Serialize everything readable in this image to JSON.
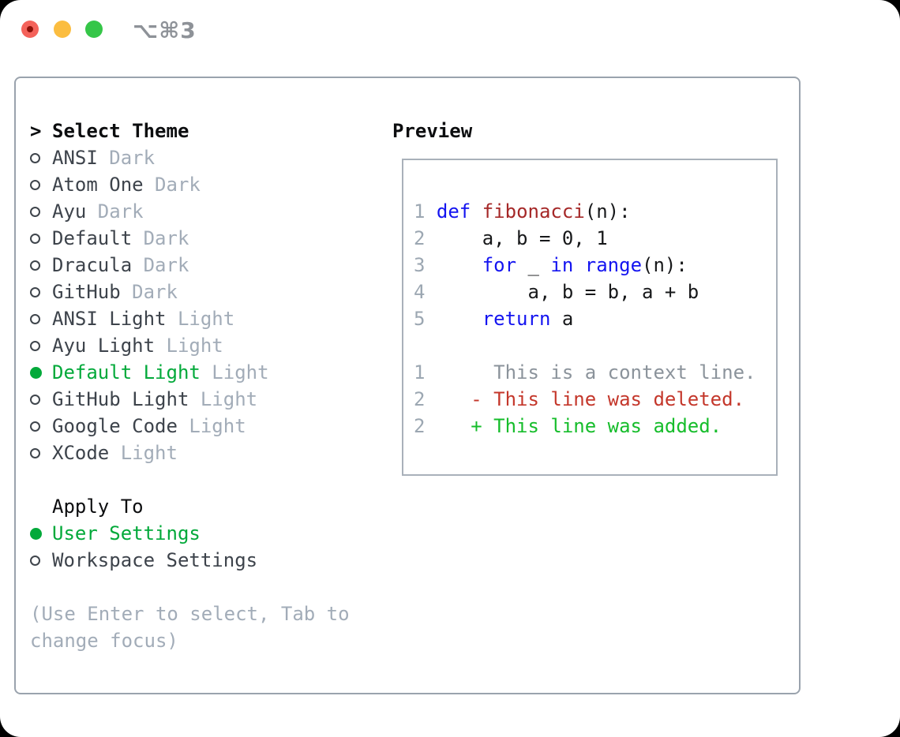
{
  "titlebar": {
    "shortcut": "⌥⌘3"
  },
  "colors": {
    "keyword_blue": "#1414f0",
    "function_red": "#a52828",
    "deleted_red": "#c4372b",
    "added_green": "#16bd2b",
    "selection_green": "#02a93a",
    "muted_gray": "#a2acb8",
    "panel_border": "#9aa3ad",
    "traffic_red": "#f4625a",
    "traffic_yellow": "#fbbd40",
    "traffic_green": "#35c648"
  },
  "theme_panel": {
    "header_prefix": ">",
    "header": "Select Theme",
    "themes": [
      {
        "name": "ANSI",
        "variant": "Dark",
        "selected": false
      },
      {
        "name": "Atom One",
        "variant": "Dark",
        "selected": false
      },
      {
        "name": "Ayu",
        "variant": "Dark",
        "selected": false
      },
      {
        "name": "Default",
        "variant": "Dark",
        "selected": false
      },
      {
        "name": "Dracula",
        "variant": "Dark",
        "selected": false
      },
      {
        "name": "GitHub",
        "variant": "Dark",
        "selected": false
      },
      {
        "name": "ANSI Light",
        "variant": "Light",
        "selected": false
      },
      {
        "name": "Ayu Light",
        "variant": "Light",
        "selected": false
      },
      {
        "name": "Default Light",
        "variant": "Light",
        "selected": true
      },
      {
        "name": "GitHub Light",
        "variant": "Light",
        "selected": false
      },
      {
        "name": "Google Code",
        "variant": "Light",
        "selected": false
      },
      {
        "name": "XCode",
        "variant": "Light",
        "selected": false
      }
    ],
    "apply_to": {
      "header": "Apply To",
      "options": [
        {
          "label": "User Settings",
          "selected": true
        },
        {
          "label": "Workspace Settings",
          "selected": false
        }
      ]
    },
    "hint_line1": "(Use Enter to select, Tab to",
    "hint_line2": "change focus)"
  },
  "preview": {
    "header": "Preview",
    "lines": [
      {
        "tokens": [
          [
            "num",
            "1"
          ],
          [
            "pl",
            " "
          ],
          [
            "kw",
            "def"
          ],
          [
            "pl",
            " "
          ],
          [
            "fn",
            "fibonacci"
          ],
          [
            "pl",
            "(n):"
          ]
        ]
      },
      {
        "tokens": [
          [
            "num",
            "2"
          ],
          [
            "pl",
            "     a, b = 0, 1"
          ]
        ]
      },
      {
        "tokens": [
          [
            "num",
            "3"
          ],
          [
            "pl",
            "     "
          ],
          [
            "kw",
            "for"
          ],
          [
            "pl",
            " _ "
          ],
          [
            "kw",
            "in"
          ],
          [
            "pl",
            " "
          ],
          [
            "kw",
            "range"
          ],
          [
            "pl",
            "(n):"
          ]
        ]
      },
      {
        "tokens": [
          [
            "num",
            "4"
          ],
          [
            "pl",
            "         a, b = b, a + b"
          ]
        ]
      },
      {
        "tokens": [
          [
            "num",
            "5"
          ],
          [
            "pl",
            "     "
          ],
          [
            "kw",
            "return"
          ],
          [
            "pl",
            " a"
          ]
        ]
      },
      {
        "tokens": []
      },
      {
        "tokens": [
          [
            "num",
            "1"
          ],
          [
            "ctx",
            "      This is a context line."
          ]
        ]
      },
      {
        "tokens": [
          [
            "num",
            "2"
          ],
          [
            "del",
            "    - This line was deleted."
          ]
        ]
      },
      {
        "tokens": [
          [
            "num",
            "2"
          ],
          [
            "add",
            "    + This line was added."
          ]
        ]
      }
    ]
  }
}
